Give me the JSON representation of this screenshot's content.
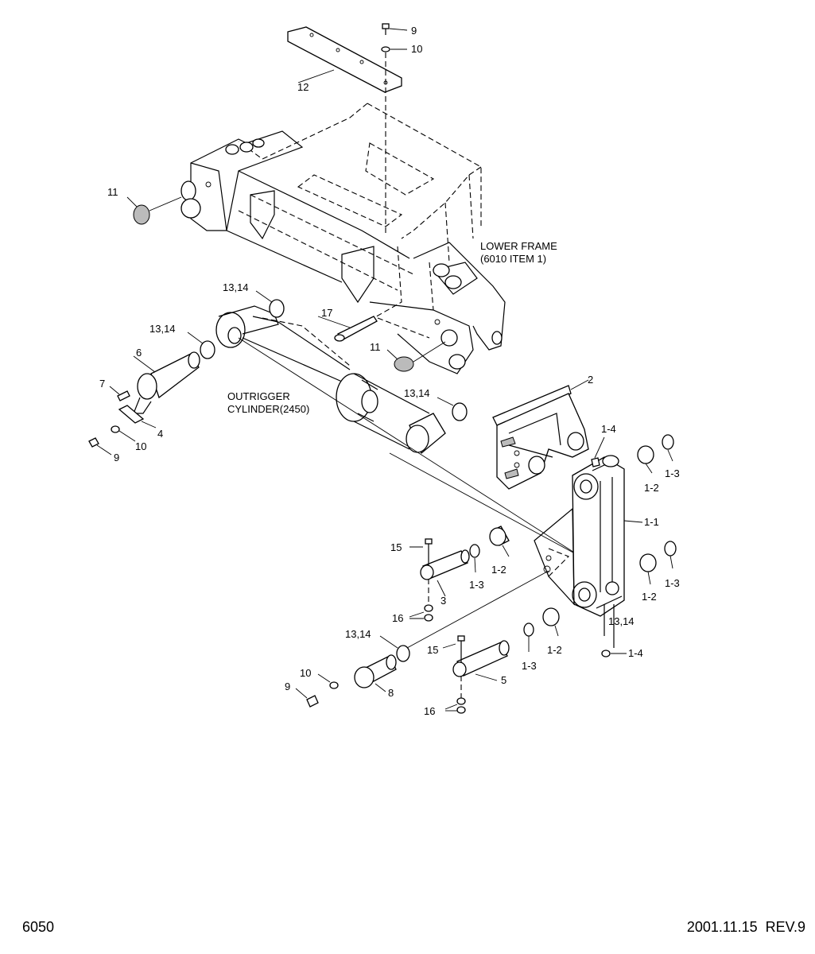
{
  "page_number": "6050",
  "revision": "2001.11.15  REV.9",
  "annotations": {
    "lower_frame_line1": "LOWER FRAME",
    "lower_frame_line2": "(6010 ITEM 1)",
    "cylinder_line1": "OUTRIGGER",
    "cylinder_line2": "CYLINDER(2450)"
  },
  "callouts": {
    "c9_top": "9",
    "c10_top": "10",
    "c12": "12",
    "c11_left": "11",
    "c13_14_a": "13,14",
    "c13_14_b": "13,14",
    "c17": "17",
    "c11_right": "11",
    "c6": "6",
    "c7": "7",
    "c4": "4",
    "c10_left": "10",
    "c9_left": "9",
    "c13_14_c": "13,14",
    "c2": "2",
    "c1_4_top": "1-4",
    "c1_2_tr": "1-2",
    "c1_3_tr": "1-3",
    "c1_1": "1-1",
    "c15_a": "15",
    "c1_2_mid": "1-2",
    "c1_3_mid": "1-3",
    "c3": "3",
    "c16_a": "16",
    "c1_2_r2": "1-2",
    "c1_3_r2": "1-3",
    "c13_14_d": "13,14",
    "c1_4_bot": "1-4",
    "c13_14_e": "13,14",
    "c15_b": "15",
    "c1_2_low": "1-2",
    "c1_3_low": "1-3",
    "c5": "5",
    "c10_bot": "10",
    "c9_bot": "9",
    "c8": "8",
    "c16_b": "16"
  }
}
